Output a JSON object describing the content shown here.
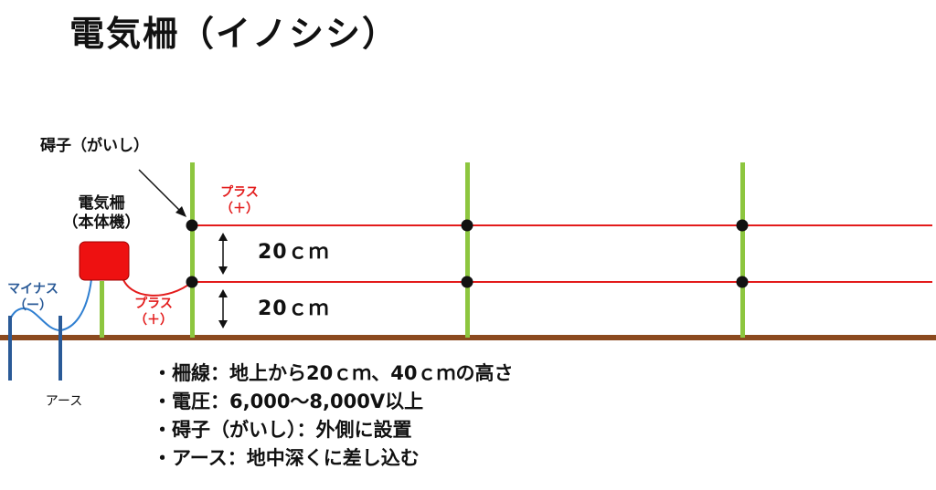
{
  "title": "電気柵（イノシシ）",
  "labels": {
    "insulator": "碍子（がいし）",
    "device_line1": "電気柵",
    "device_line2": "（本体機）",
    "minus_line1": "マイナス",
    "minus_line2": "（ー）",
    "plus_top_line1": "プラス",
    "plus_top_line2": "（＋）",
    "plus_bottom_line1": "プラス",
    "plus_bottom_line2": "（＋）",
    "earth": "アース",
    "gap_upper": "20ｃｍ",
    "gap_lower": "20ｃｍ"
  },
  "bullets": [
    "・柵線：地上から20ｃｍ、40ｃｍの高さ",
    "・電圧：6,000～8,000V以上",
    "・碍子（がいし）：外側に設置",
    "・アース：地中深くに差し込む"
  ],
  "colors": {
    "wire": "#e31b1b",
    "post": "#8dc63f",
    "ground": "#8b4a1f",
    "earth_wire": "#2a5a97",
    "minus_wire": "#2f7fd1",
    "device": "#ee1111",
    "insulator": "#111111"
  }
}
